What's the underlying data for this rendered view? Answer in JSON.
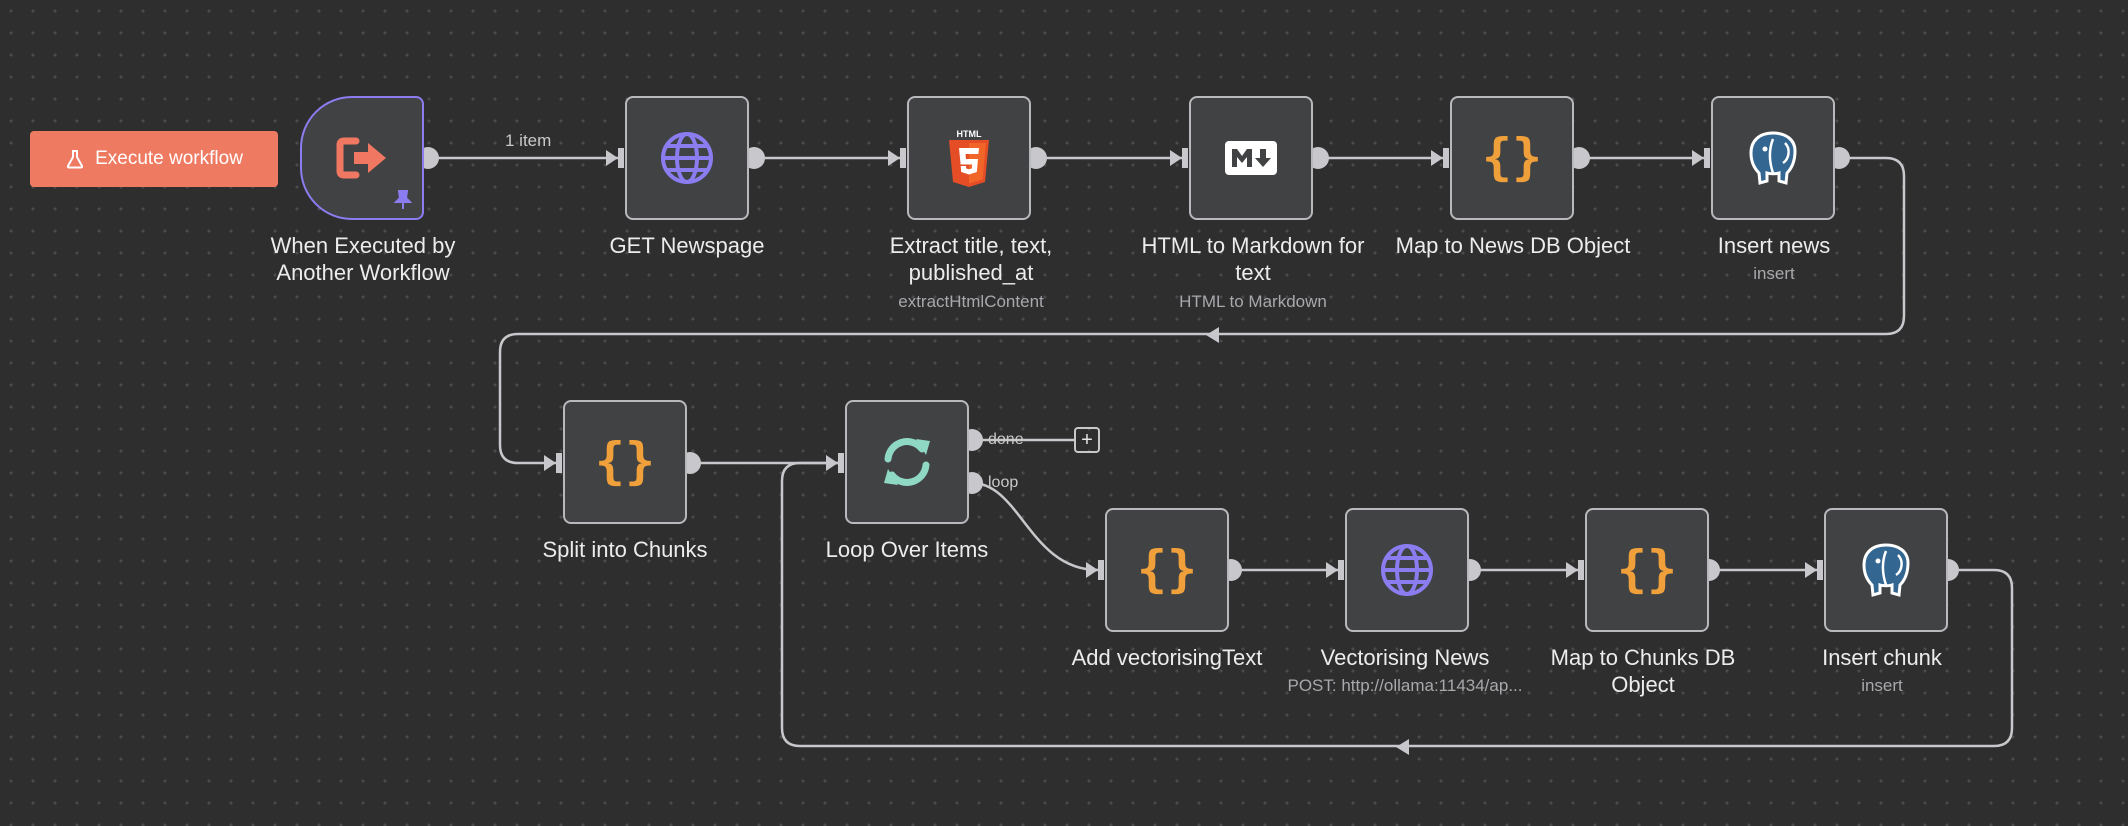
{
  "toolbar": {
    "execute_label": "Execute workflow",
    "execute_icon": "flask-icon",
    "accent_color": "#ef7a62"
  },
  "nodes": [
    {
      "name": "When Executed by",
      "name2": "Another Workflow",
      "subtitle": "",
      "icon": "exit-arrow-icon",
      "pinned": true
    },
    {
      "name": "GET Newspage",
      "subtitle": "",
      "icon": "globe-icon"
    },
    {
      "name": "Extract title, text,",
      "name2": "published_at",
      "subtitle": "extractHtmlContent",
      "icon": "html5-icon"
    },
    {
      "name": "HTML to Markdown for",
      "name2": "text",
      "subtitle": "HTML to Markdown",
      "icon": "markdown-icon"
    },
    {
      "name": "Map to News DB Object",
      "subtitle": "",
      "icon": "braces-icon"
    },
    {
      "name": "Insert news",
      "subtitle": "insert",
      "icon": "postgres-elephant-icon"
    },
    {
      "name": "Split into Chunks",
      "subtitle": "",
      "icon": "braces-icon"
    },
    {
      "name": "Loop Over Items",
      "subtitle": "",
      "icon": "loop-arrows-icon"
    },
    {
      "name": "Add vectorisingText",
      "subtitle": "",
      "icon": "braces-icon"
    },
    {
      "name": "Vectorising News",
      "subtitle": "POST: http://ollama:11434/ap...",
      "icon": "globe-icon"
    },
    {
      "name": "Map to Chunks DB",
      "name2": "Object",
      "subtitle": "",
      "icon": "braces-icon"
    },
    {
      "name": "Insert chunk",
      "subtitle": "insert",
      "icon": "postgres-elephant-icon"
    }
  ],
  "edge_labels": {
    "first": "1 item",
    "done": "done",
    "loop": "loop"
  },
  "add_button": "+",
  "colors": {
    "canvas": "#2e2e2e",
    "node_bg": "#414244",
    "node_border": "#b8b8bd",
    "trigger_border": "#8b7cf0",
    "braces": "#f0a03a",
    "globe": "#8b7cf0",
    "html5": "#e44d26",
    "loop": "#8fd9c4"
  }
}
